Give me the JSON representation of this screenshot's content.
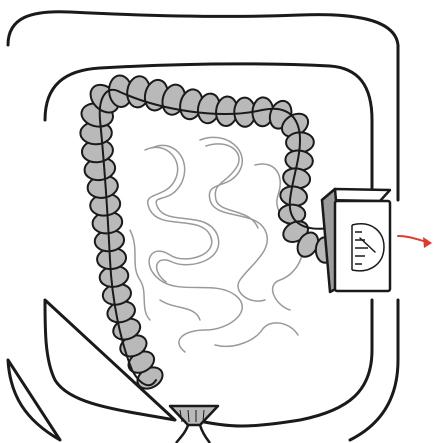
{
  "diagram": {
    "colors": {
      "ink": "#1a1a1a",
      "colon_fill": "#b9b9b9",
      "small_bowel_stroke": "#9a9a9a",
      "device_front": "#ffffff",
      "device_side": "#9c9c9c",
      "arrow": "#e23b2e",
      "background": "#ffffff"
    },
    "parts": [
      {
        "name": "abdominal-wall-outer",
        "icon": "outline"
      },
      {
        "name": "abdominal-wall-inner",
        "icon": "outline"
      },
      {
        "name": "colon",
        "icon": "segmented-tube"
      },
      {
        "name": "small-intestine",
        "icon": "coiled-loops"
      },
      {
        "name": "catheter-tube",
        "icon": "line"
      },
      {
        "name": "external-device",
        "icon": "box-with-dial"
      },
      {
        "name": "exit-arrow",
        "icon": "arrow-right-red"
      },
      {
        "name": "anus-opening",
        "icon": "funnel"
      }
    ]
  }
}
